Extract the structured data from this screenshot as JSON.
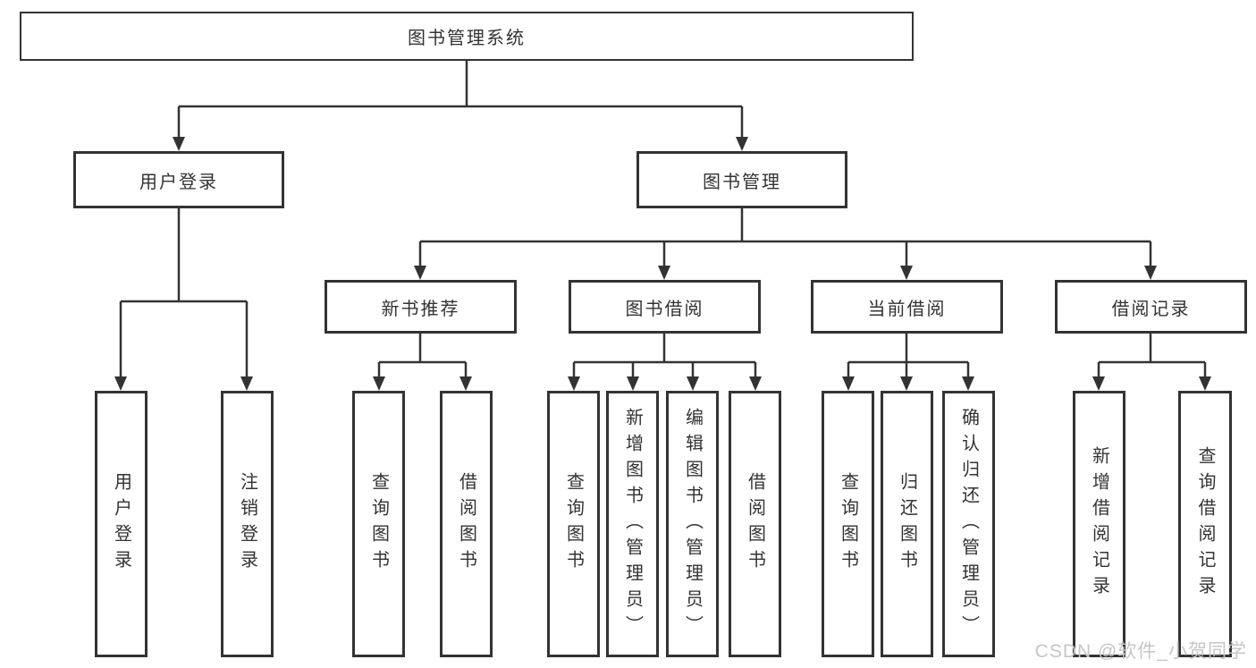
{
  "diagram": {
    "type": "hierarchy-tree",
    "colors": {
      "line": "#333333",
      "box_border": "#333333",
      "text": "#333333",
      "background": "#ffffff",
      "watermark": "#c6c6c6"
    },
    "tree": {
      "label": "图书管理系统",
      "children": [
        {
          "label": "用户登录",
          "children": [
            {
              "label": "用户登录"
            },
            {
              "label": "注销登录"
            }
          ]
        },
        {
          "label": "图书管理",
          "children": [
            {
              "label": "新书推荐",
              "children": [
                {
                  "label": "查询图书"
                },
                {
                  "label": "借阅图书"
                }
              ]
            },
            {
              "label": "图书借阅",
              "children": [
                {
                  "label": "查询图书"
                },
                {
                  "label": "新增图书（管理员）"
                },
                {
                  "label": "编辑图书（管理员）"
                },
                {
                  "label": "借阅图书"
                }
              ]
            },
            {
              "label": "当前借阅",
              "children": [
                {
                  "label": "查询图书"
                },
                {
                  "label": "归还图书"
                },
                {
                  "label": "确认归还（管理员）"
                }
              ]
            },
            {
              "label": "借阅记录",
              "children": [
                {
                  "label": "新增借阅记录"
                },
                {
                  "label": "查询借阅记录"
                }
              ]
            }
          ]
        }
      ]
    },
    "watermark": {
      "text": "CSDN @软件_小贺同学"
    }
  }
}
